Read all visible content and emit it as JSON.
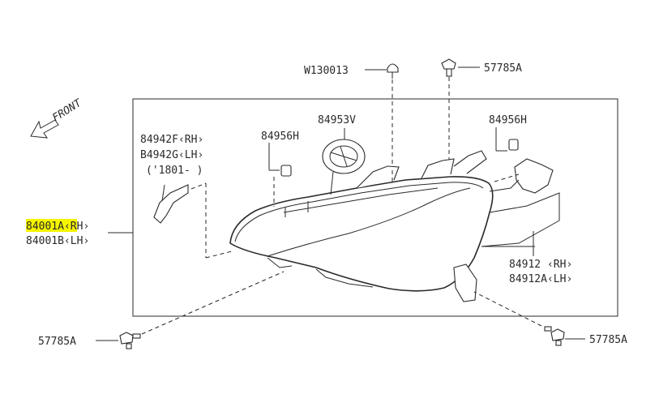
{
  "diagram": {
    "front_label": "FRONT",
    "parts": {
      "w130013": "W130013",
      "p57785a_top": "57785A",
      "p84953v": "84953V",
      "p84956h_left": "84956H",
      "p84956h_right": "84956H",
      "p84942f": "84942F‹RH›",
      "p84942g": "B4942G‹LH›",
      "p84942_date": "('1801-   )",
      "p84001a": "84001A‹RH›",
      "p84001b": "84001B‹LH›",
      "p84912": "84912  ‹RH›",
      "p84912a": "84912A‹LH›",
      "p57785a_left": "57785A",
      "p57785a_right": "57785A"
    },
    "highlight_color": "#f5f500"
  }
}
